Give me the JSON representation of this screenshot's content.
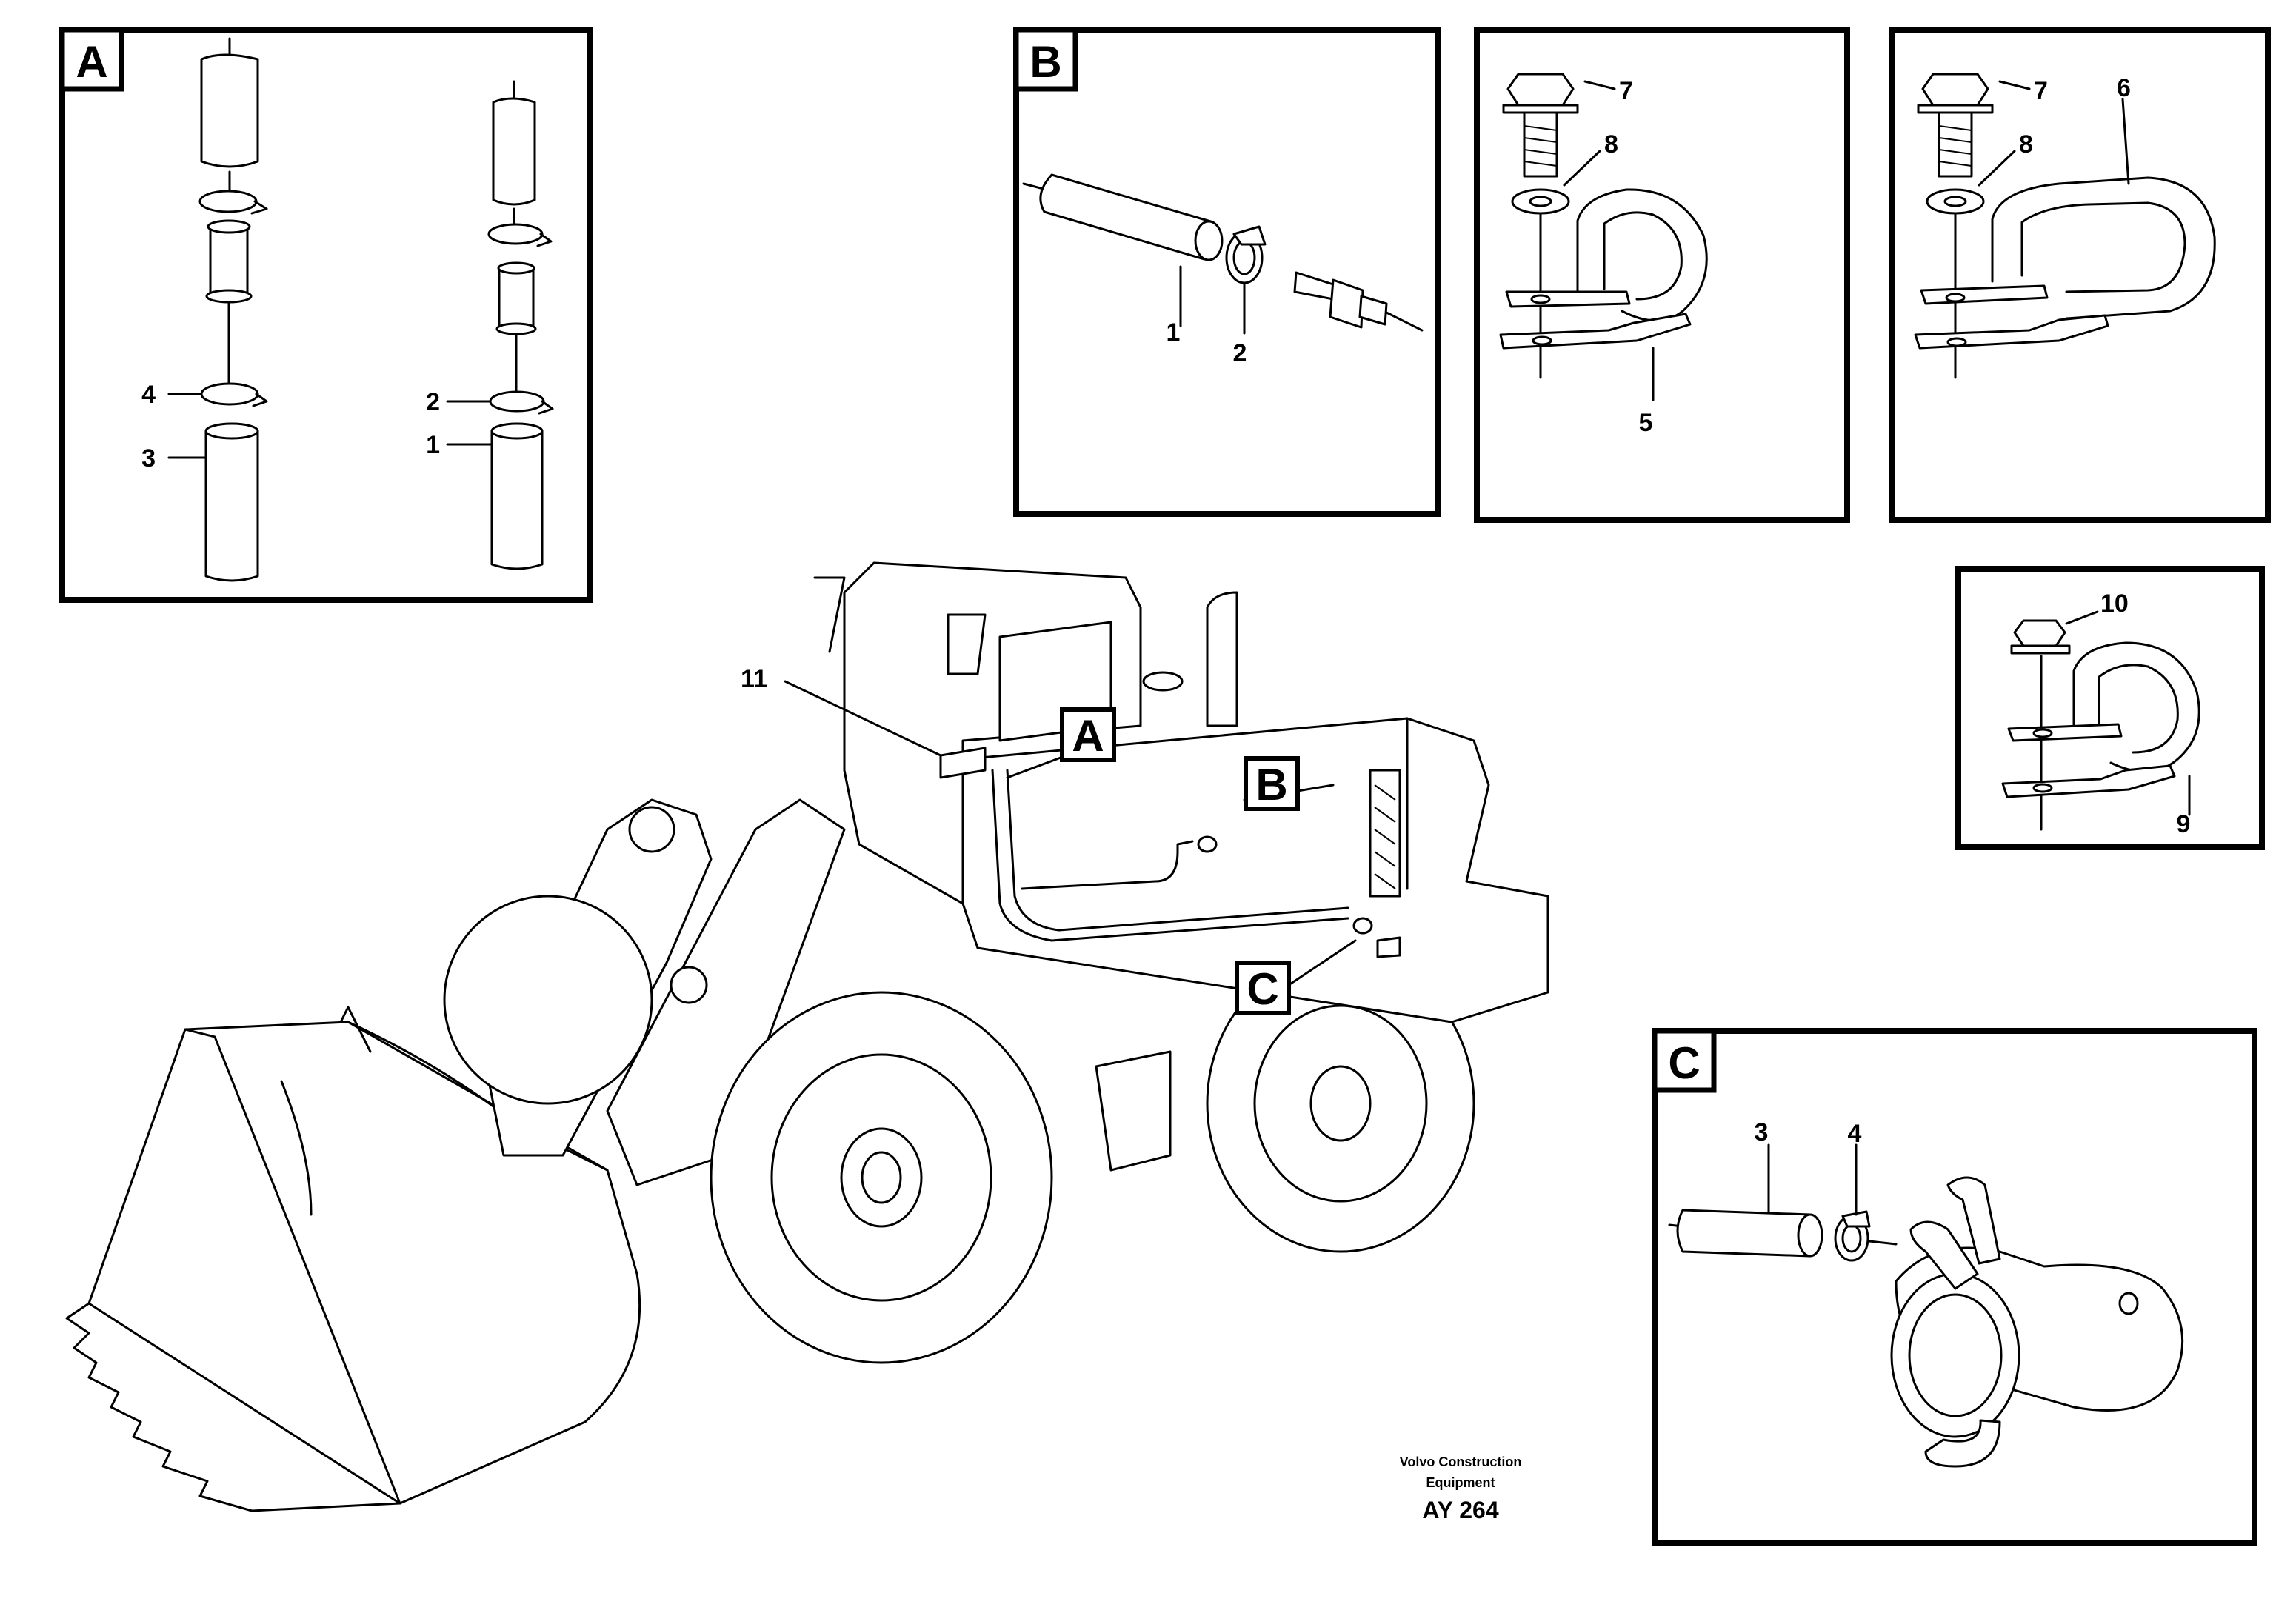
{
  "details": {
    "A": {
      "letter": "A",
      "labels": [
        "4",
        "3",
        "2",
        "1"
      ]
    },
    "B": {
      "letter": "B",
      "labels": [
        "1",
        "2"
      ]
    },
    "clamp_small": {
      "labels": [
        "7",
        "8",
        "5"
      ]
    },
    "clamp_large": {
      "labels": [
        "7",
        "8",
        "6"
      ]
    },
    "clamp_nut": {
      "labels": [
        "10",
        "9"
      ]
    },
    "C": {
      "letter": "C",
      "labels": [
        "3",
        "4"
      ]
    }
  },
  "machine": {
    "callout_number": "11",
    "marker_A": "A",
    "marker_B": "B",
    "marker_C": "C"
  },
  "credit": {
    "line1": "Volvo Construction",
    "line2": "Equipment",
    "code": "AY 264"
  }
}
